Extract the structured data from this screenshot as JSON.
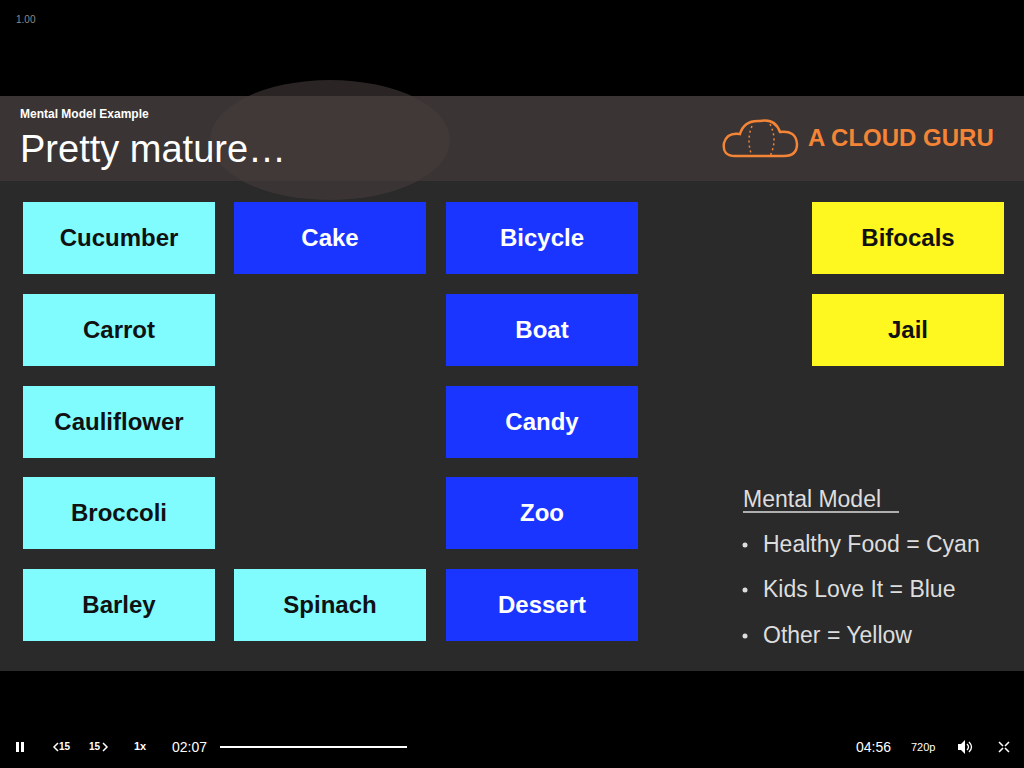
{
  "diagram": {
    "title": "Pretty mature…",
    "nodes": [
      {
        "text": [
          "Cucumber"
        ]
      },
      {
        "text": [
          "Cake"
        ]
      },
      {
        "text": [
          "Bicycle"
        ]
      },
      {
        "text": [
          "Bifocals"
        ]
      },
      {
        "text": [
          "Carrot"
        ]
      },
      {
        "text": [
          "Boat"
        ]
      },
      {
        "text": [
          "Jail"
        ]
      },
      {
        "text": [
          "Cauliflower"
        ]
      },
      {
        "text": [
          "Candy"
        ]
      },
      {
        "text": [
          "Broccoli"
        ]
      },
      {
        "text": [
          "Zoo"
        ]
      },
      {
        "text": [
          "Barley"
        ]
      },
      {
        "text": [
          "Spinach"
        ]
      },
      {
        "text": [
          "Dessert"
        ]
      }
    ],
    "labels": [
      "1.00",
      "Mental Model Example",
      "A CLOUD GURU",
      "Mental Model",
      "Healthy Food = Cyan",
      "Kids Love It = Blue",
      "Other = Yellow",
      "15",
      "15",
      "1x",
      "02:07",
      "04:56",
      "720p"
    ]
  }
}
